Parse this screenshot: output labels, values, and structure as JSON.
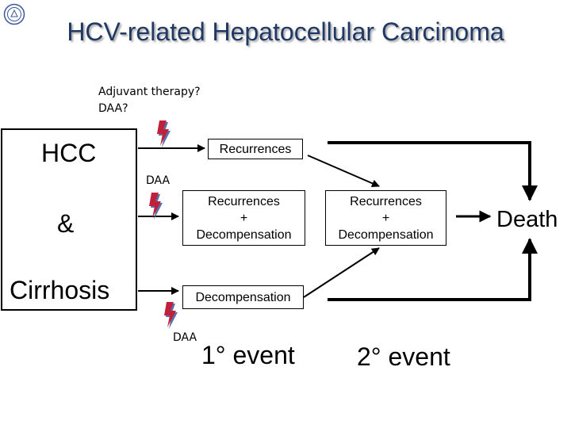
{
  "title": "HCV-related Hepatocellular Carcinoma",
  "questions": [
    "Adjuvant therapy?",
    "DAA?"
  ],
  "left_labels": {
    "hcc": "HCC",
    "amp": "&",
    "cirrhosis": "Cirrhosis"
  },
  "boxes": {
    "recurrences": "Recurrences",
    "rec_decomp_1": [
      "Recurrences",
      "+",
      "Decompensation"
    ],
    "decompensation": "Decompensation",
    "rec_decomp_2": [
      "Recurrences",
      "+",
      "Decompensation"
    ]
  },
  "daa_labels": [
    "DAA",
    "DAA"
  ],
  "outcome": "Death",
  "events": {
    "first": "1° event",
    "second": "2° event"
  },
  "colors": {
    "title": "#1f3864",
    "bolt": "#c0203a",
    "bolt_shadow": "#5b6fa8"
  },
  "icons": [
    "university-logo-icon",
    "lightning-bolt-icon"
  ]
}
